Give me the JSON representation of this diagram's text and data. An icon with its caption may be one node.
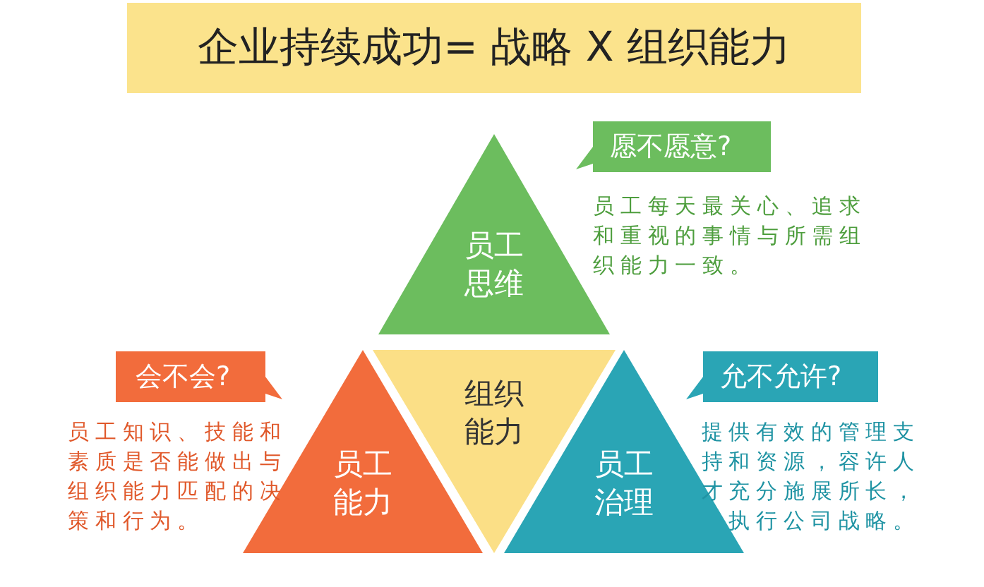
{
  "diagram": {
    "title": "企业持续成功= 战略 X 组织能力",
    "nodes": [
      {
        "text": [
          "员工思维"
        ]
      },
      {
        "text": [
          "员工能力"
        ]
      },
      {
        "text": [
          "组织能力"
        ]
      },
      {
        "text": [
          "员工治理"
        ]
      },
      {
        "text": [
          "愿不愿意?"
        ]
      },
      {
        "text": [
          "会不会?"
        ]
      },
      {
        "text": [
          "允不允许?"
        ]
      }
    ],
    "labels": [
      "员工每天最关心、追求和重视的事情与所需组织能力一致。",
      "员工知识、技能和素质是否能做出与组织能力匹配的决策和行为。",
      "提供有效的管理支持和资源，容许人才充分施展所长，执行公司战略。"
    ]
  }
}
